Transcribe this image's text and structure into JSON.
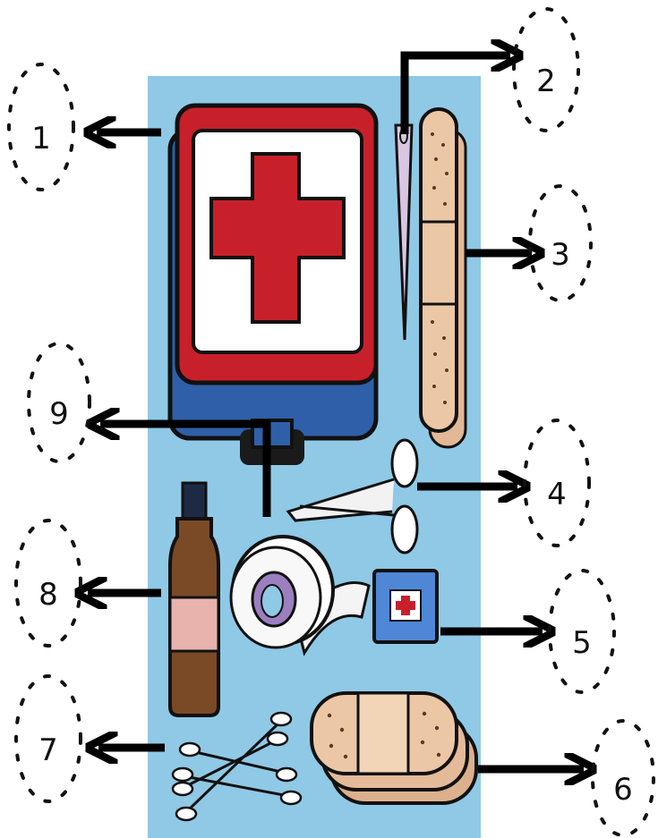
{
  "labels": {
    "l1": "1",
    "l2": "2",
    "l3": "3",
    "l4": "4",
    "l5": "5",
    "l6": "6",
    "l7": "7",
    "l8": "8",
    "l9": "9"
  },
  "colors": {
    "background": "#8fc9e6",
    "kit_red": "#c8202b",
    "kit_blue": "#2f5fa8",
    "bandage": "#e7c3a3",
    "bottle": "#7a4a26",
    "arrow": "#000000"
  },
  "icons": [
    "first-aid-kit-icon",
    "needle-icon",
    "bandage-strip-icon",
    "scissors-icon",
    "antiseptic-wipe-icon",
    "adhesive-bandages-icon",
    "cotton-swabs-icon",
    "medicine-bottle-icon",
    "tape-roll-icon"
  ]
}
